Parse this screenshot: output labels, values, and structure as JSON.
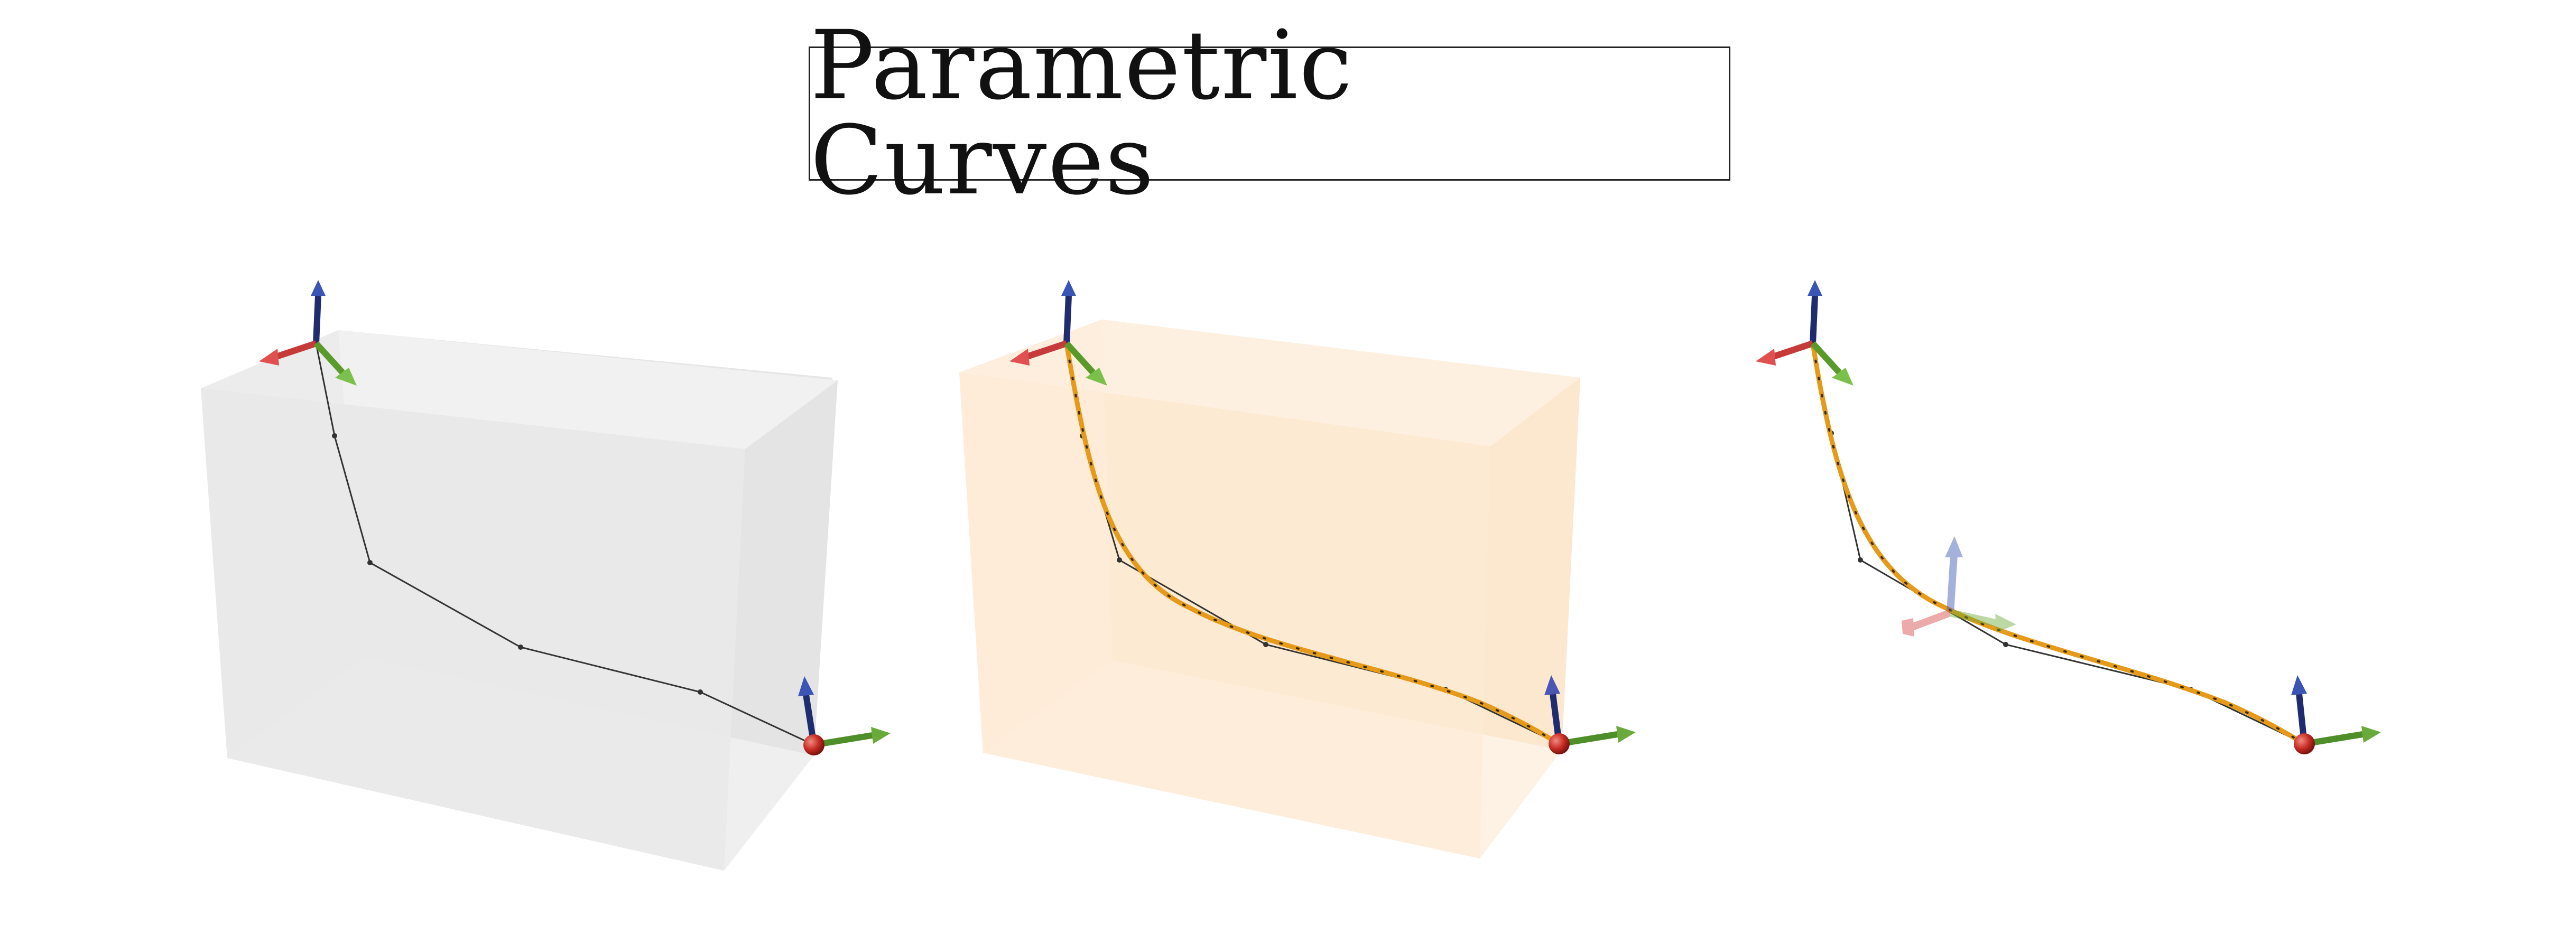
{
  "title": "Parametric Curves",
  "panels": [
    {
      "id": "control-polygon",
      "box": "gray",
      "curve": false,
      "moving_frame": false
    },
    {
      "id": "curve-in-box",
      "box": "peach",
      "curve": true,
      "moving_frame": false
    },
    {
      "id": "curve-with-frame",
      "box": null,
      "curve": true,
      "moving_frame": true
    }
  ],
  "colors": {
    "box_gray": "#d8d8d8",
    "box_peach": "#fde7cc",
    "curve": "#e69a1a",
    "control_polygon": "#333333",
    "axis_x": "#d64545",
    "axis_y": "#6aaa3a",
    "axis_z": "#2d3f8f",
    "endpoint": "#c62a22"
  },
  "icons": [
    "start-frame-axes-icon",
    "end-frame-axes-icon",
    "moving-frame-axes-icon"
  ]
}
